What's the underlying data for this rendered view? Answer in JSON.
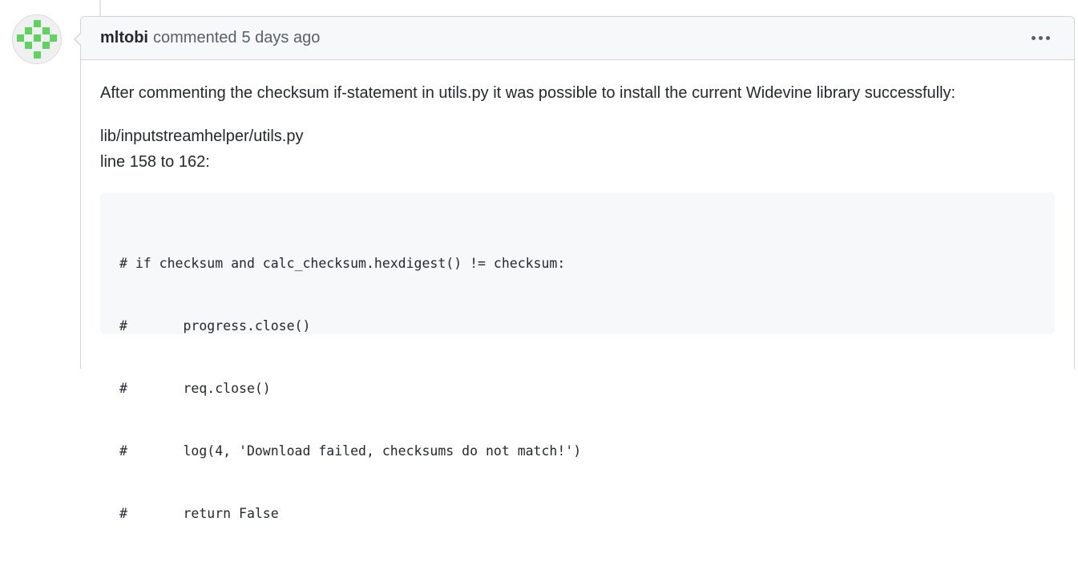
{
  "comment": {
    "author": "mltobi",
    "action": "commented",
    "time": "5 days ago",
    "body": {
      "paragraph": "After commenting the checksum if-statement in utils.py it was possible to install the current Widevine library successfully:",
      "file_path": "lib/inputstreamhelper/utils.py",
      "line_range": "line 158 to 162:",
      "code_lines": [
        "# if checksum and calc_checksum.hexdigest() != checksum:",
        "#       progress.close()",
        "#       req.close()",
        "#       log(4, 'Download failed, checksums do not match!')",
        "#       return False"
      ]
    }
  },
  "icons": {
    "avatar": "identicon",
    "menu": "kebab-horizontal-icon"
  },
  "colors": {
    "identicon": "#5fd35f",
    "header_bg": "#f6f8fa",
    "border": "#d1d5da"
  }
}
